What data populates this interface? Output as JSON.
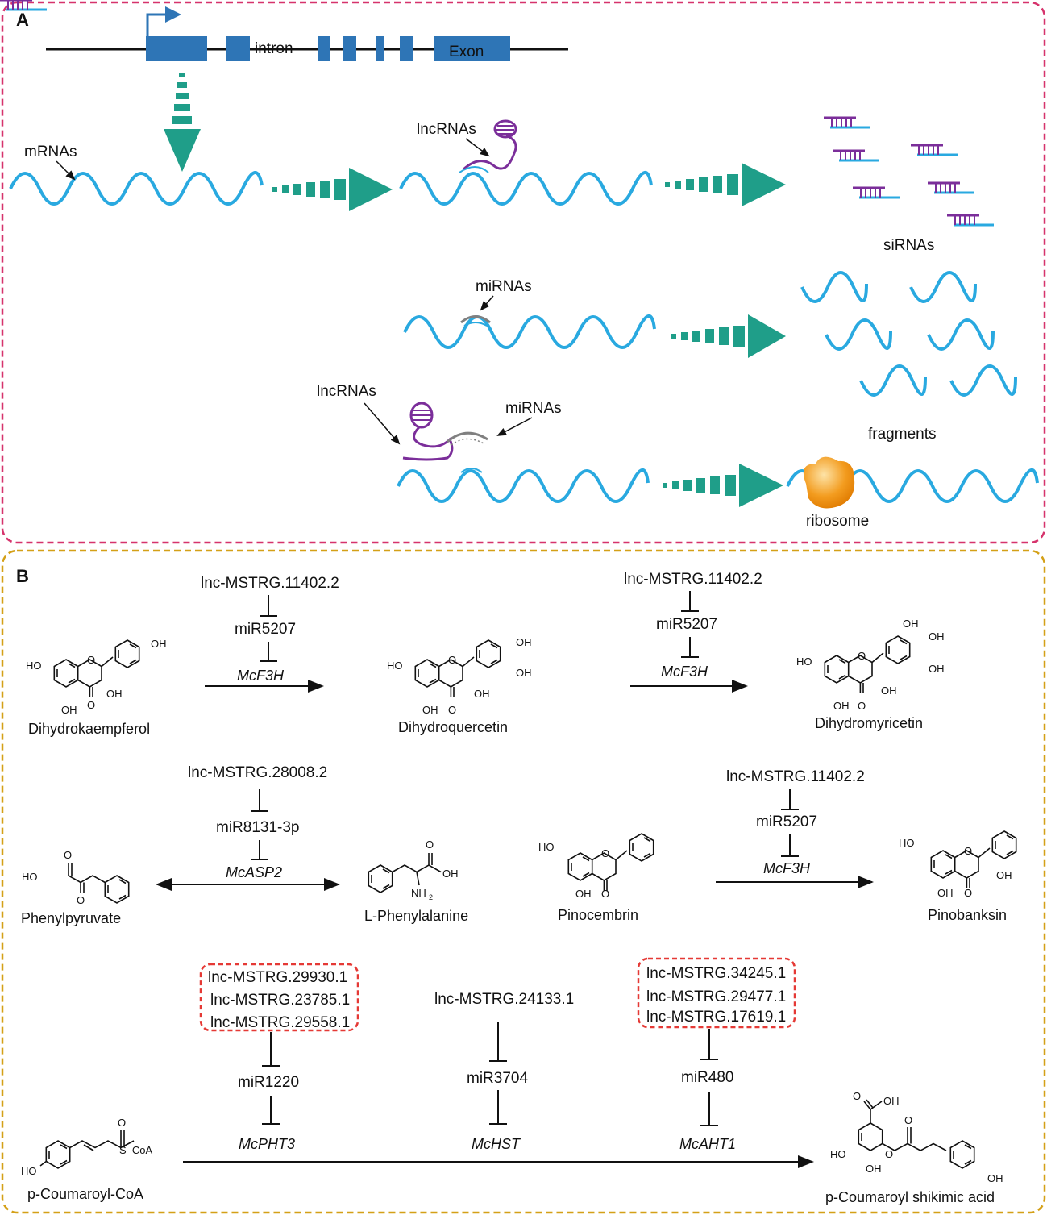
{
  "panel_a": {
    "label": "A",
    "gene": {
      "intron": "intron",
      "exon": "Exon"
    },
    "mrnas": "mRNAs",
    "lncrnas_top": "lncRNAs",
    "sirnas": "siRNAs",
    "mirnas_mid": "miRNAs",
    "fragments": "fragments",
    "lncrnas_bottom": "lncRNAs",
    "mirnas_bottom": "miRNAs",
    "ribosome": "ribosome"
  },
  "panel_b": {
    "label": "B",
    "r1": {
      "lnc": "lnc-MSTRG.11402.2",
      "mir": "miR5207",
      "gene": "McF3H"
    },
    "r2": {
      "lnc": "lnc-MSTRG.11402.2",
      "mir": "miR5207",
      "gene": "McF3H"
    },
    "r3": {
      "lnc": "lnc-MSTRG.28008.2",
      "mir": "miR8131-3p",
      "gene": "McASP2"
    },
    "r4": {
      "lnc": "lnc-MSTRG.11402.2",
      "mir": "miR5207",
      "gene": "McF3H"
    },
    "r5": {
      "lnc": [
        "lnc-MSTRG.29930.1",
        "lnc-MSTRG.23785.1",
        "lnc-MSTRG.29558.1"
      ],
      "mir": "miR1220",
      "gene": "McPHT3"
    },
    "r6": {
      "lnc": "lnc-MSTRG.24133.1",
      "mir": "miR3704",
      "gene": "McHST"
    },
    "r7": {
      "lnc": [
        "lnc-MSTRG.34245.1",
        "lnc-MSTRG.29477.1",
        "lnc-MSTRG.17619.1"
      ],
      "mir": "miR480",
      "gene": "McAHT1"
    },
    "compounds": {
      "dihydrokaempferol": "Dihydrokaempferol",
      "dihydroquercetin": "Dihydroquercetin",
      "dihydromyricetin": "Dihydromyricetin",
      "phenylpyruvate": "Phenylpyruvate",
      "phenylalanine": "L-Phenylalanine",
      "pinocembrin": "Pinocembrin",
      "pinobanksin": "Pinobanksin",
      "coumaroyl_coa": "p-Coumaroyl-CoA",
      "coumaroyl_shikimic": "p-Coumaroyl shikimic acid"
    },
    "atoms": {
      "oh": "OH",
      "ho": "HO",
      "o": "O",
      "nh2": "NH",
      "nh2_sub": "2",
      "scoa": "S–CoA"
    }
  },
  "colors": {
    "panel_a_border": "#d6336c",
    "panel_b_border": "#d4a017",
    "mrna": "#29a9e0",
    "lncrna": "#7b2e9a",
    "mirna": "#808080",
    "arrow_teal": "#1f9e89",
    "gene_blue": "#2e75b6",
    "ribosome": "#f39c1f",
    "highlight_box": "#e53935"
  }
}
